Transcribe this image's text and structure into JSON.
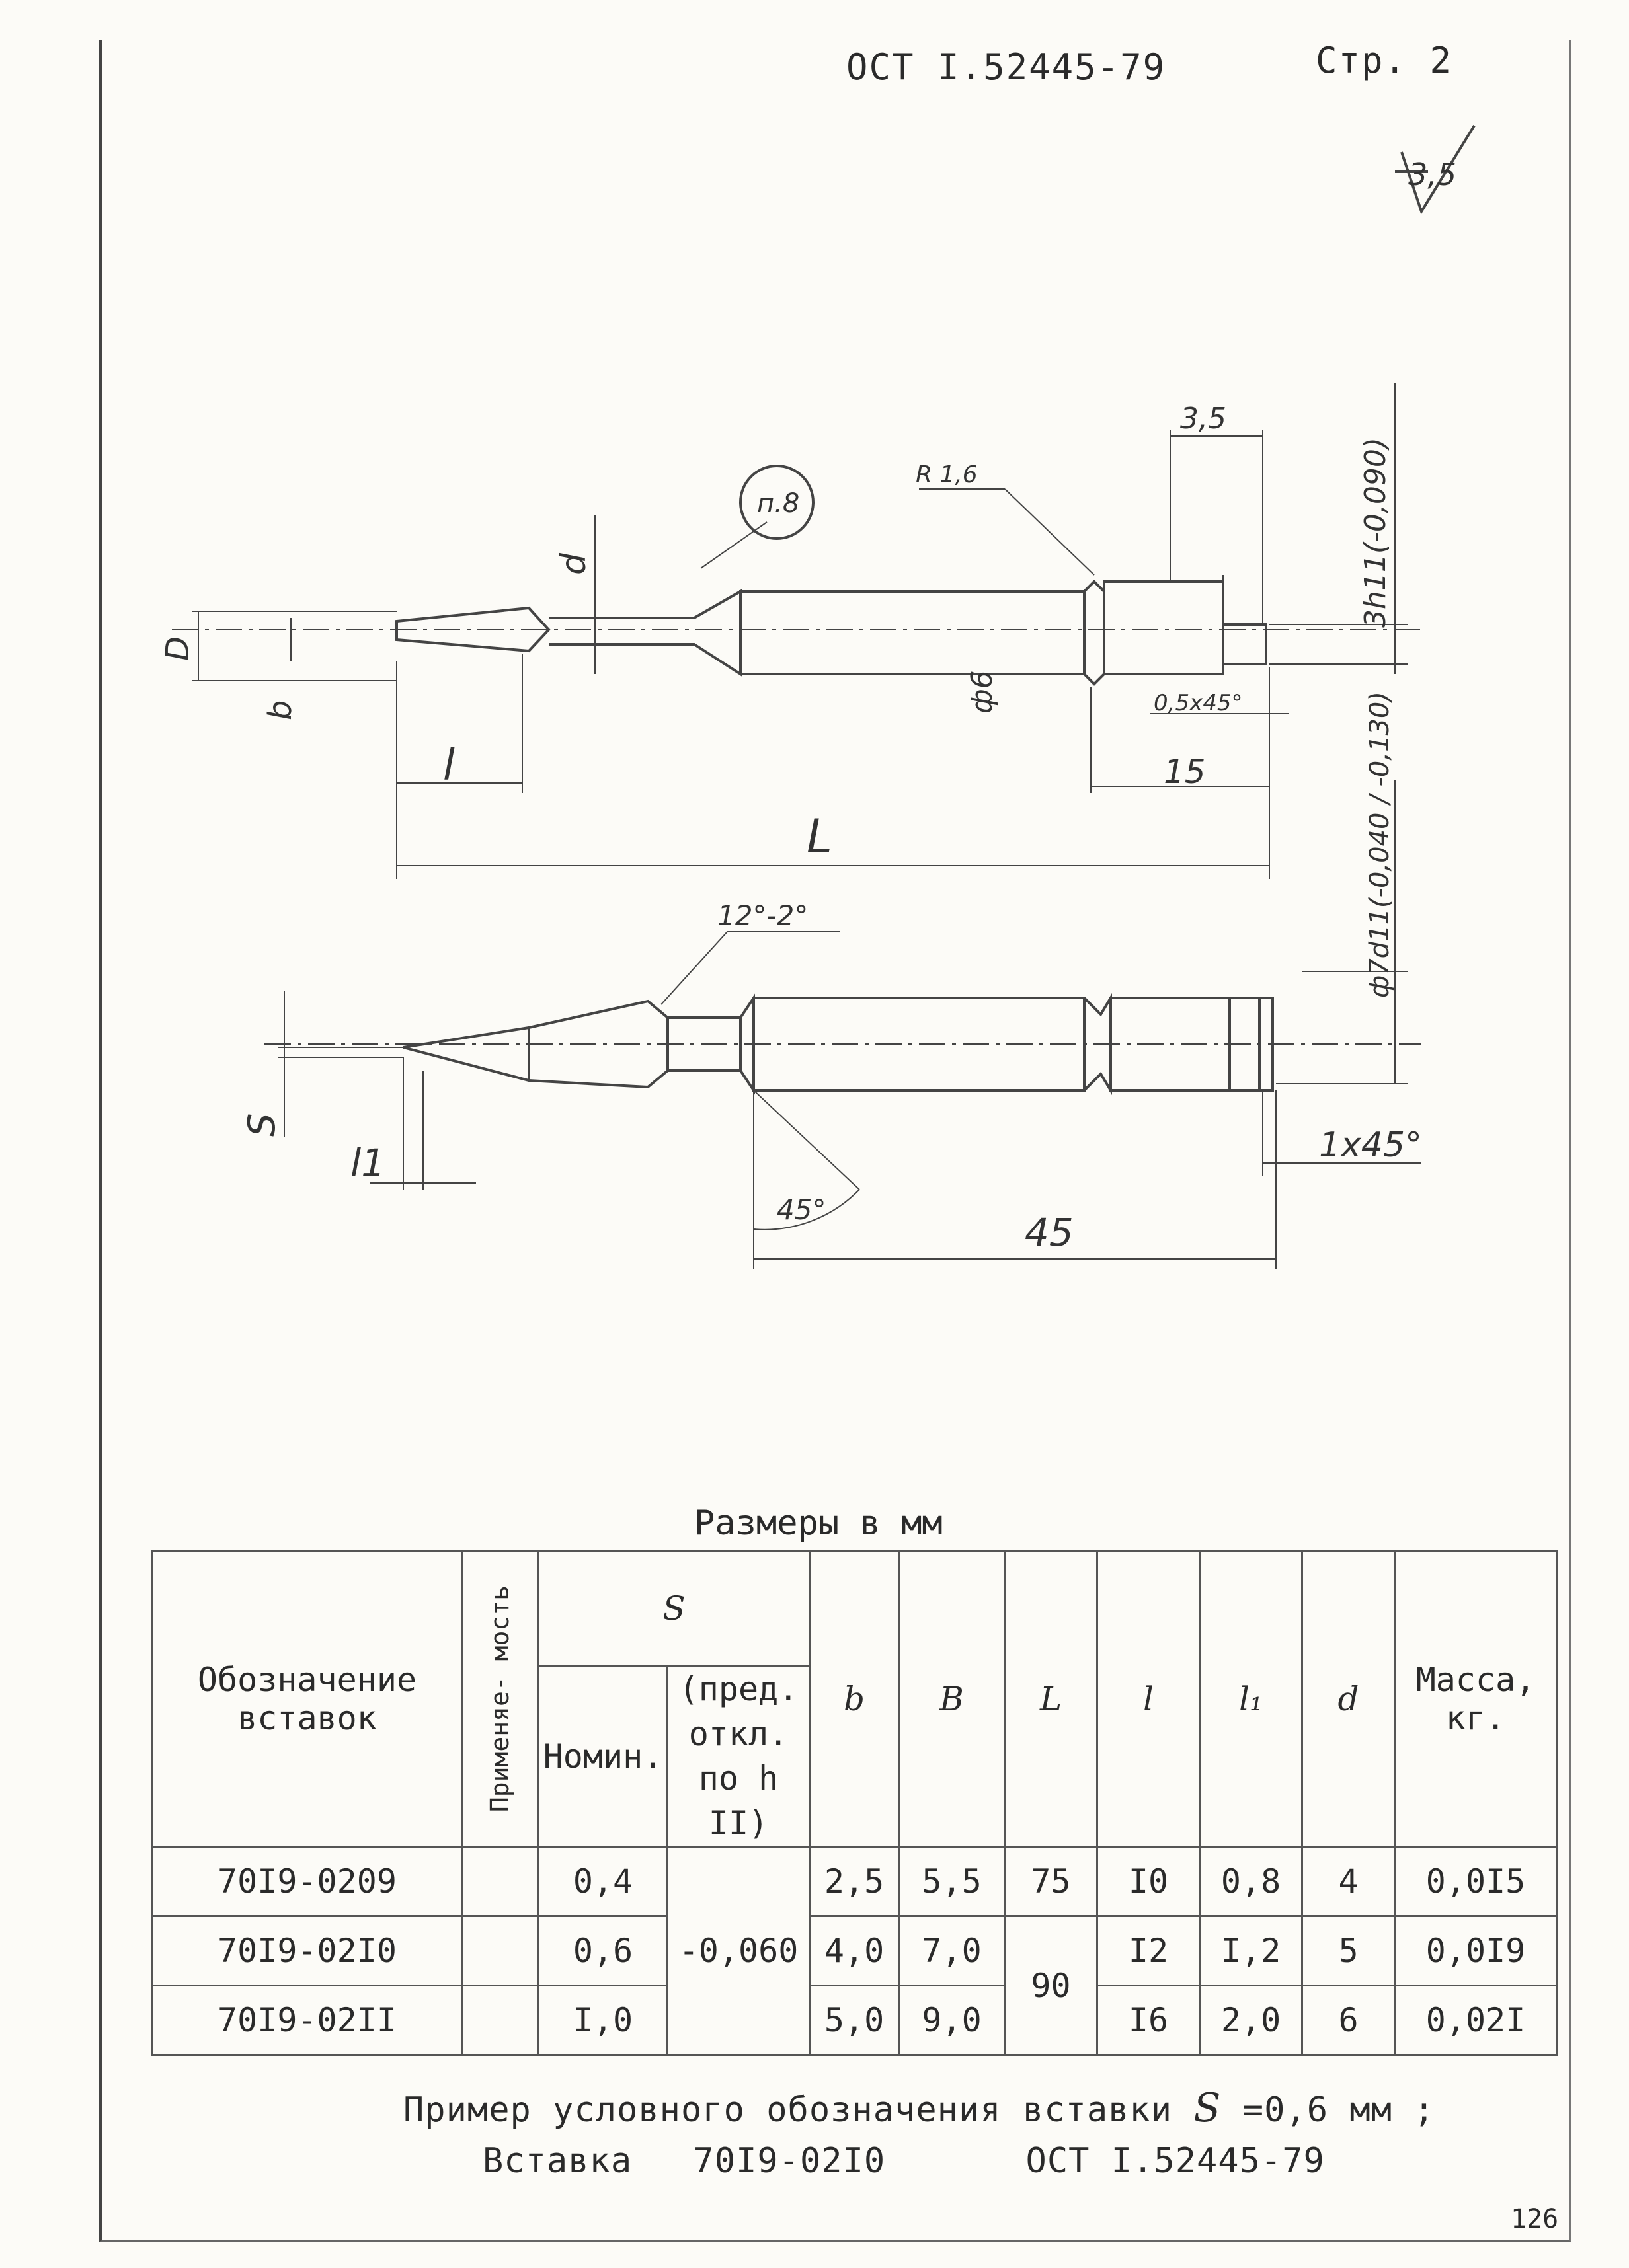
{
  "header": {
    "standard": "ОСТ I.52445-79",
    "page": "Стр. 2",
    "roughness": "3,5"
  },
  "drawing": {
    "top_view": {
      "note": "п.8",
      "radius": "R 1,6",
      "dim_35": "3,5",
      "tol_3h11": "3h11(-0,090)",
      "D": "D",
      "b": "b",
      "d": "d",
      "phi6": "ф6",
      "chamfer": "0,5x45°",
      "l": "l",
      "dim_15": "15",
      "L": "L"
    },
    "bottom_view": {
      "phi7d11": "ф7d11(-0,040 / -0,130)",
      "angle": "12°-2°",
      "S": "S",
      "l1": "l1",
      "angle45": "45°",
      "chamfer": "1x45°",
      "dim_45": "45"
    }
  },
  "table": {
    "caption": "Размеры в мм",
    "headers": {
      "designation": "Обозначение вставок",
      "applicability": "Применяе- мость",
      "S": "S",
      "S_nom": "Номин.",
      "S_dev": "(пред. откл. по h II)",
      "b": "b",
      "B": "B",
      "L": "L",
      "l": "l",
      "l1": "l₁",
      "d": "d",
      "mass": "Масса, кг."
    },
    "rows": [
      {
        "designation": "70I9-0209",
        "applicability": "",
        "S_nom": "0,4",
        "b": "2,5",
        "B": "5,5",
        "l": "I0",
        "l1": "0,8",
        "d": "4",
        "mass": "0,0I5"
      },
      {
        "designation": "70I9-02I0",
        "applicability": "",
        "S_nom": "0,6",
        "b": "4,0",
        "B": "7,0",
        "l": "I2",
        "l1": "I,2",
        "d": "5",
        "mass": "0,0I9"
      },
      {
        "designation": "70I9-02II",
        "applicability": "",
        "S_nom": "I,0",
        "b": "5,0",
        "B": "9,0",
        "l": "I6",
        "l1": "2,0",
        "d": "6",
        "mass": "0,02I"
      }
    ],
    "S_dev_value": "-0,060",
    "L_values": [
      "75",
      "90"
    ]
  },
  "example": {
    "line1_prefix": "Пример условного обозначения вставки",
    "line1_var": "S",
    "line1_value": "=0,6 мм ;",
    "line2_name": "Вставка",
    "line2_code": "70I9-02I0",
    "line2_std": "ОСТ I.52445-79"
  },
  "page_number": "126"
}
